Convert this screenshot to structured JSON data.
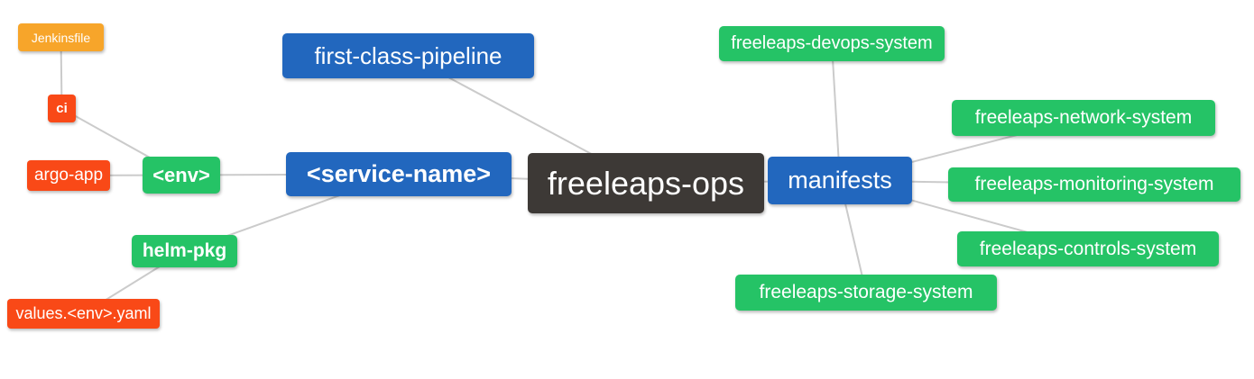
{
  "diagram": {
    "type": "mindmap",
    "root_id": "freeleaps_ops"
  },
  "colors": {
    "root_node": "#3d3936",
    "branch_node_blue": "#2267be",
    "leaf_node_green": "#25c366",
    "leaf_node_red": "#f94917",
    "leaf_node_orange": "#f7a52a",
    "connector_line": "#cbcbcb",
    "node_text": "#ffffff",
    "background": "#ffffff"
  },
  "nodes": {
    "freeleaps_ops": {
      "label": "freeleaps-ops",
      "color": "#3d3936"
    },
    "first_class_pipeline": {
      "label": "first-class-pipeline",
      "color": "#2267be"
    },
    "service_name": {
      "label": "<service-name>",
      "color": "#2267be"
    },
    "manifests": {
      "label": "manifests",
      "color": "#2267be"
    },
    "env": {
      "label": "<env>",
      "color": "#25c366"
    },
    "helm_pkg": {
      "label": "helm-pkg",
      "color": "#25c366"
    },
    "ci": {
      "label": "ci",
      "color": "#f94917"
    },
    "argo_app": {
      "label": "argo-app",
      "color": "#f94917"
    },
    "jenkinsfile": {
      "label": "Jenkinsfile",
      "color": "#f7a52a"
    },
    "values_env_yaml": {
      "label": "values.<env>.yaml",
      "color": "#f94917"
    },
    "devops_system": {
      "label": "freeleaps-devops-system",
      "color": "#25c366"
    },
    "network_system": {
      "label": "freeleaps-network-system",
      "color": "#25c366"
    },
    "monitoring_system": {
      "label": "freeleaps-monitoring-system",
      "color": "#25c366"
    },
    "controls_system": {
      "label": "freeleaps-controls-system",
      "color": "#25c366"
    },
    "storage_system": {
      "label": "freeleaps-storage-system",
      "color": "#25c366"
    }
  },
  "edges": [
    [
      "jenkinsfile",
      "ci"
    ],
    [
      "ci",
      "env"
    ],
    [
      "argo_app",
      "env"
    ],
    [
      "env",
      "service_name"
    ],
    [
      "helm_pkg",
      "service_name"
    ],
    [
      "values_env_yaml",
      "helm_pkg"
    ],
    [
      "first_class_pipeline",
      "freeleaps_ops"
    ],
    [
      "service_name",
      "freeleaps_ops"
    ],
    [
      "manifests",
      "freeleaps_ops"
    ],
    [
      "devops_system",
      "manifests"
    ],
    [
      "network_system",
      "manifests"
    ],
    [
      "monitoring_system",
      "manifests"
    ],
    [
      "controls_system",
      "manifests"
    ],
    [
      "storage_system",
      "manifests"
    ]
  ]
}
